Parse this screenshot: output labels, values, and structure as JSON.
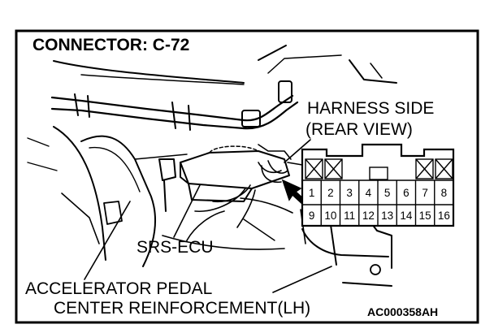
{
  "title": "CONNECTOR: C-72",
  "harness_side_line1": "HARNESS SIDE",
  "harness_side_line2": "(REAR VIEW)",
  "srs_ecu_label": "SRS-ECU",
  "accelerator_label": "ACCELERATOR PEDAL",
  "reinforcement_label": "CENTER REINFORCEMENT(LH)",
  "figure_code": "AC000358AH",
  "connector": {
    "top_row": [
      "1",
      "2",
      "3",
      "4",
      "5",
      "6",
      "7",
      "8"
    ],
    "bottom_row": [
      "9",
      "10",
      "11",
      "12",
      "13",
      "14",
      "15",
      "16"
    ]
  }
}
